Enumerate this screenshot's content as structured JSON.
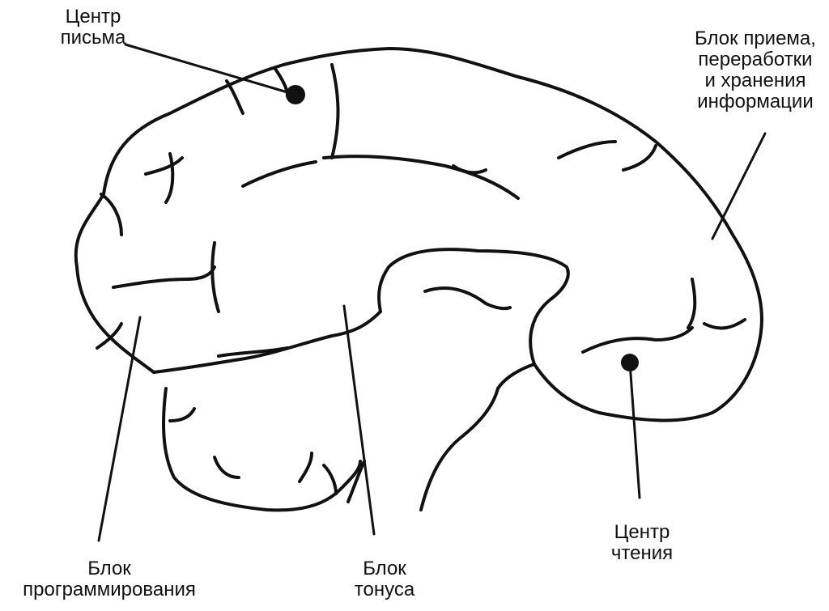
{
  "labels": {
    "writing_center": [
      "Центр",
      "письма"
    ],
    "reception_block": [
      "Блок приема,",
      "переработки",
      "и хранения",
      "информации"
    ],
    "programming_block": [
      "Блок",
      "программирования"
    ],
    "tone_block": [
      "Блок",
      "тонуса"
    ],
    "reading_center": [
      "Центр",
      "чтения"
    ]
  },
  "colors": {
    "ink": "#111111",
    "paper": "#ffffff"
  }
}
